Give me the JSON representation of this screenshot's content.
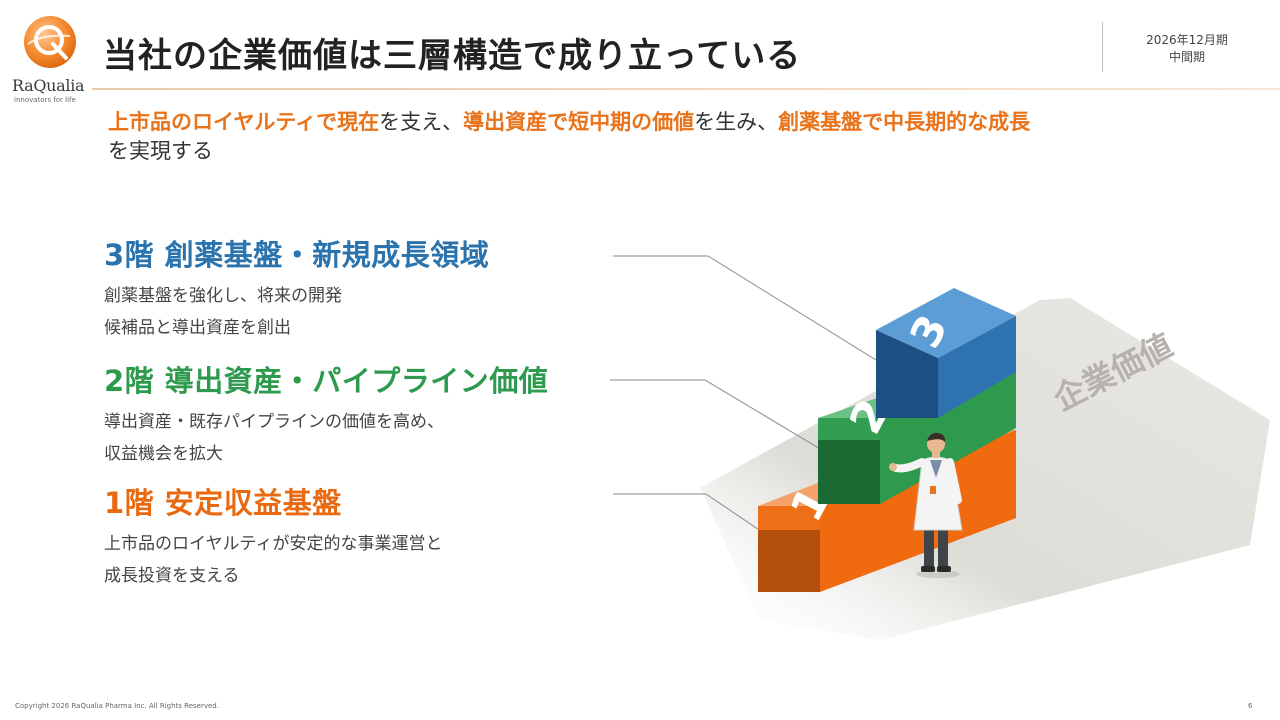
{
  "header": {
    "logo_name": "RaQualia",
    "logo_tagline": "innovators for life",
    "title": "当社の企業価値は三層構造で成り立っている",
    "period_line1": "2026年12月期",
    "period_line2": "中間期"
  },
  "lead": {
    "part1": "上市品のロイヤルティで現在",
    "part2": "を支え、",
    "part3": "導出資産で短中期の価値",
    "part4": "を生み、",
    "part5": "創薬基盤で中長期的な成長",
    "part6": "を実現する"
  },
  "tiers": [
    {
      "title": "3階 創薬基盤・新規成長領域",
      "desc1": "創薬基盤を強化し、将来の開発",
      "desc2": "候補品と導出資産を創出"
    },
    {
      "title": "2階 導出資産・パイプライン価値",
      "desc1": "導出資産・既存パイプラインの価値を高め、",
      "desc2": "収益機会を拡大"
    },
    {
      "title": "1階 安定収益基盤",
      "desc1": "上市品のロイヤルティが安定的な事業運営と",
      "desc2": "成長投資を支える"
    }
  ],
  "illustration": {
    "arrow_label": "企業価値",
    "step_numbers": [
      "1",
      "2",
      "3"
    ],
    "colors": {
      "orange": "#f06a0f",
      "green": "#2e9a4e",
      "blue": "#2f72b0"
    }
  },
  "footer": {
    "copyright": "Copyright 2026 RaQualia Pharma Inc. All Rights Reserved.",
    "page_number": "6"
  }
}
